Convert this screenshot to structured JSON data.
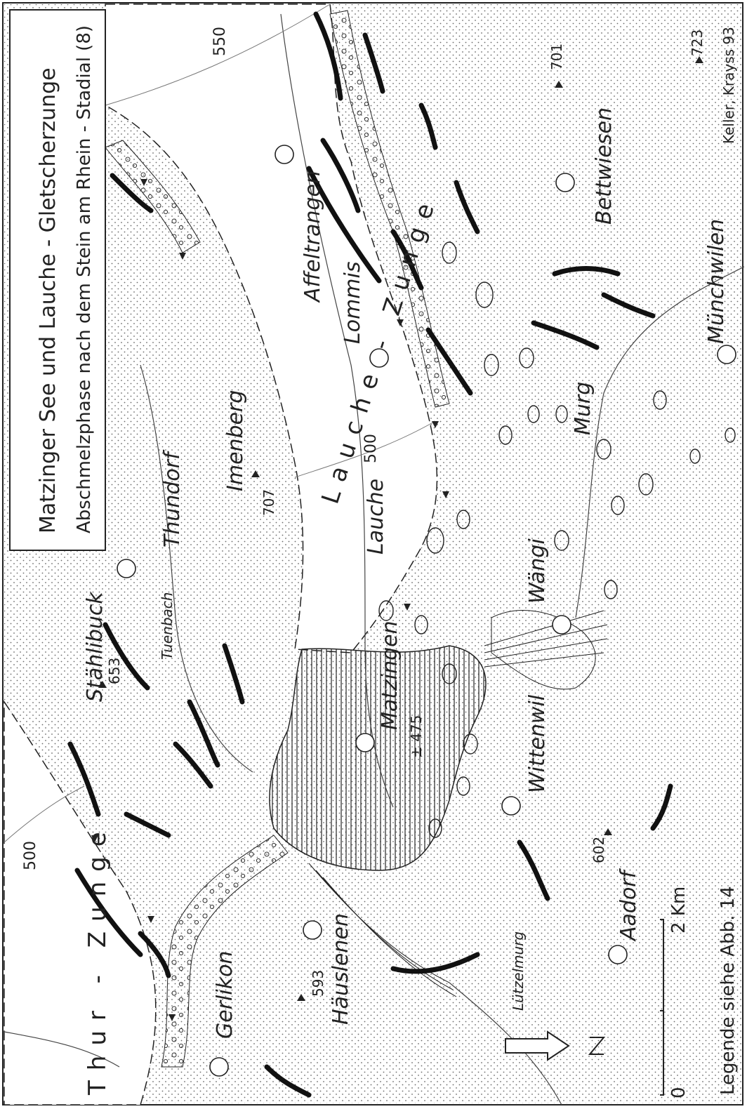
{
  "map": {
    "title": "Matzinger See und Lauche - Gletscherzunge",
    "subtitle": "Abschmelzphase nach dem Stein am Rhein - Stadial (8)",
    "legend_note": "Legende siehe Abb. 14",
    "credit": "Keller, Krayss 93",
    "scale": {
      "zero": "0",
      "end": "2 Km"
    },
    "tongues": {
      "thur": "Thur - Zunge",
      "lauche": "Lauche - Zunge"
    },
    "places": {
      "gerlikon": "Gerlikon",
      "haeuslenen": "Häuslenen",
      "aadorf": "Aadorf",
      "wittenwil": "Wittenwil",
      "matzingen": "Matzingen",
      "waengi": "Wängi",
      "lauche": "Lauche",
      "lommis": "Lommis",
      "affeltrangen": "Affeltrangen",
      "bettwiesen": "Bettwiesen",
      "muenchwilen": "Münchwilen",
      "murg": "Murg",
      "thundorf": "Thundorf",
      "imenberg": "Imenberg",
      "staehlibuck": "Stählibuck",
      "tuenbach": "Tuenbach",
      "luetzelmurg": "Lützelmurg"
    },
    "elevations": {
      "e593": "593",
      "e653": "653",
      "e707": "707",
      "e602": "602",
      "e701": "701",
      "e723": "723",
      "lake": "± 475"
    },
    "contours": {
      "c500a": "500",
      "c500b": "500",
      "c550": "550"
    },
    "colors": {
      "ink": "#222222",
      "paper": "#ffffff",
      "stipple": "#6b6b6b"
    }
  }
}
